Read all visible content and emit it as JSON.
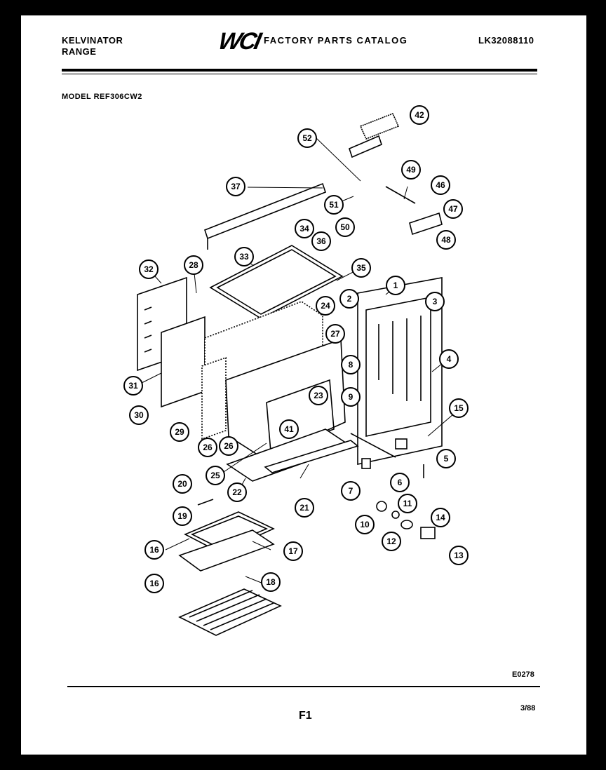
{
  "header": {
    "brand": "KELVINATOR",
    "product": "RANGE",
    "logo": "WCI",
    "catalog_title": "FACTORY PARTS CATALOG",
    "catalog_code": "LK32088110"
  },
  "model_line": "MODEL REF306CW2",
  "diagram": {
    "callouts": [
      "1",
      "2",
      "3",
      "4",
      "5",
      "6",
      "7",
      "8",
      "9",
      "10",
      "11",
      "12",
      "13",
      "14",
      "15",
      "16",
      "16",
      "17",
      "18",
      "19",
      "20",
      "21",
      "22",
      "23",
      "24",
      "25",
      "26",
      "26",
      "27",
      "28",
      "29",
      "30",
      "31",
      "32",
      "33",
      "34",
      "35",
      "36",
      "37",
      "41",
      "42",
      "46",
      "47",
      "48",
      "49",
      "50",
      "51",
      "52"
    ]
  },
  "footer": {
    "drawing_code": "E0278",
    "page_id": "F1",
    "date": "3/88"
  }
}
